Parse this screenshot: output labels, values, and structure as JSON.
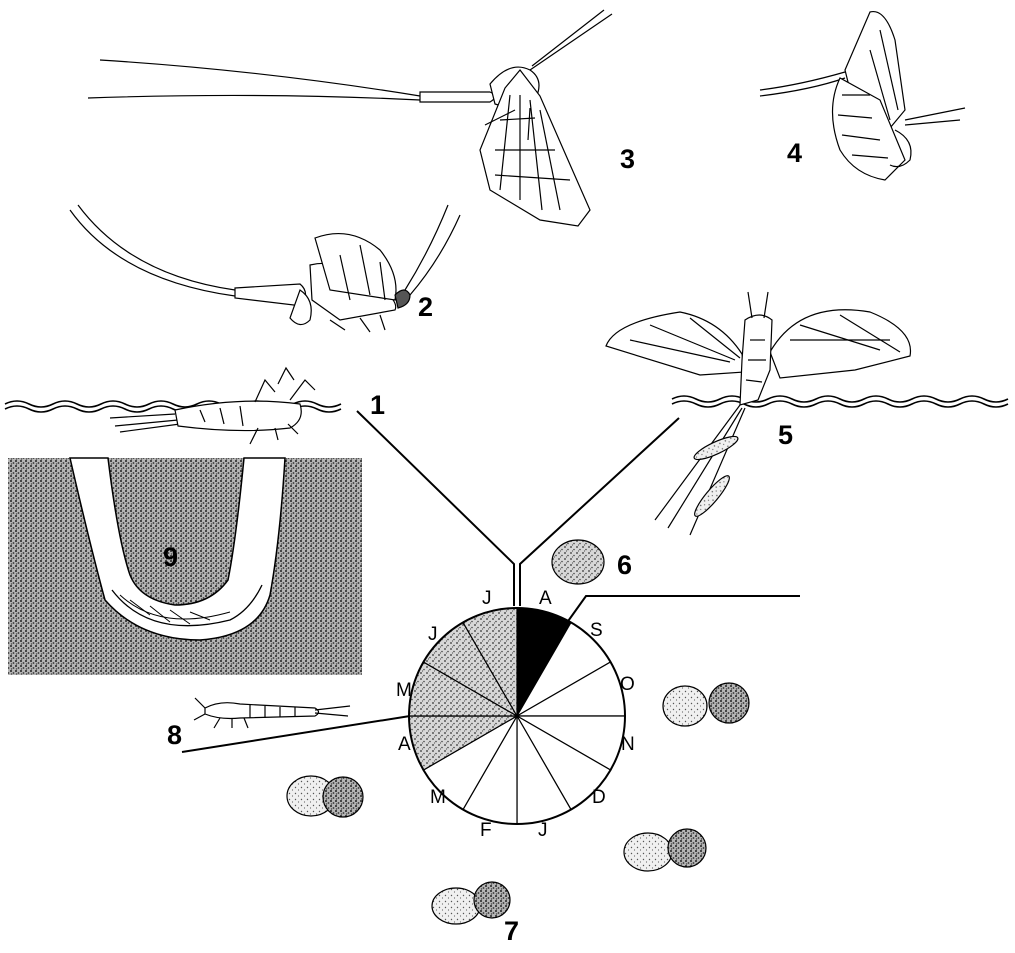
{
  "stage_labels": {
    "s1": "1",
    "s2": "2",
    "s3": "3",
    "s4": "4",
    "s5": "5",
    "s6": "6",
    "s7": "7",
    "s8": "8",
    "s9": "9"
  },
  "months": {
    "m1": "J",
    "m2": "A",
    "m3": "S",
    "m4": "O",
    "m5": "N",
    "m6": "D",
    "m7": "J",
    "m8": "F",
    "m9": "M",
    "m10": "A",
    "m11": "M",
    "m12": "J"
  },
  "cycle_phases": {
    "adult_flight": "black sector (August)",
    "nymph_growth": "stippled sectors (April–July)",
    "egg_development": "white sectors (September–March)"
  },
  "colors": {
    "ink": "#000000",
    "paper": "#ffffff",
    "stipple": "#bdbdbd"
  }
}
